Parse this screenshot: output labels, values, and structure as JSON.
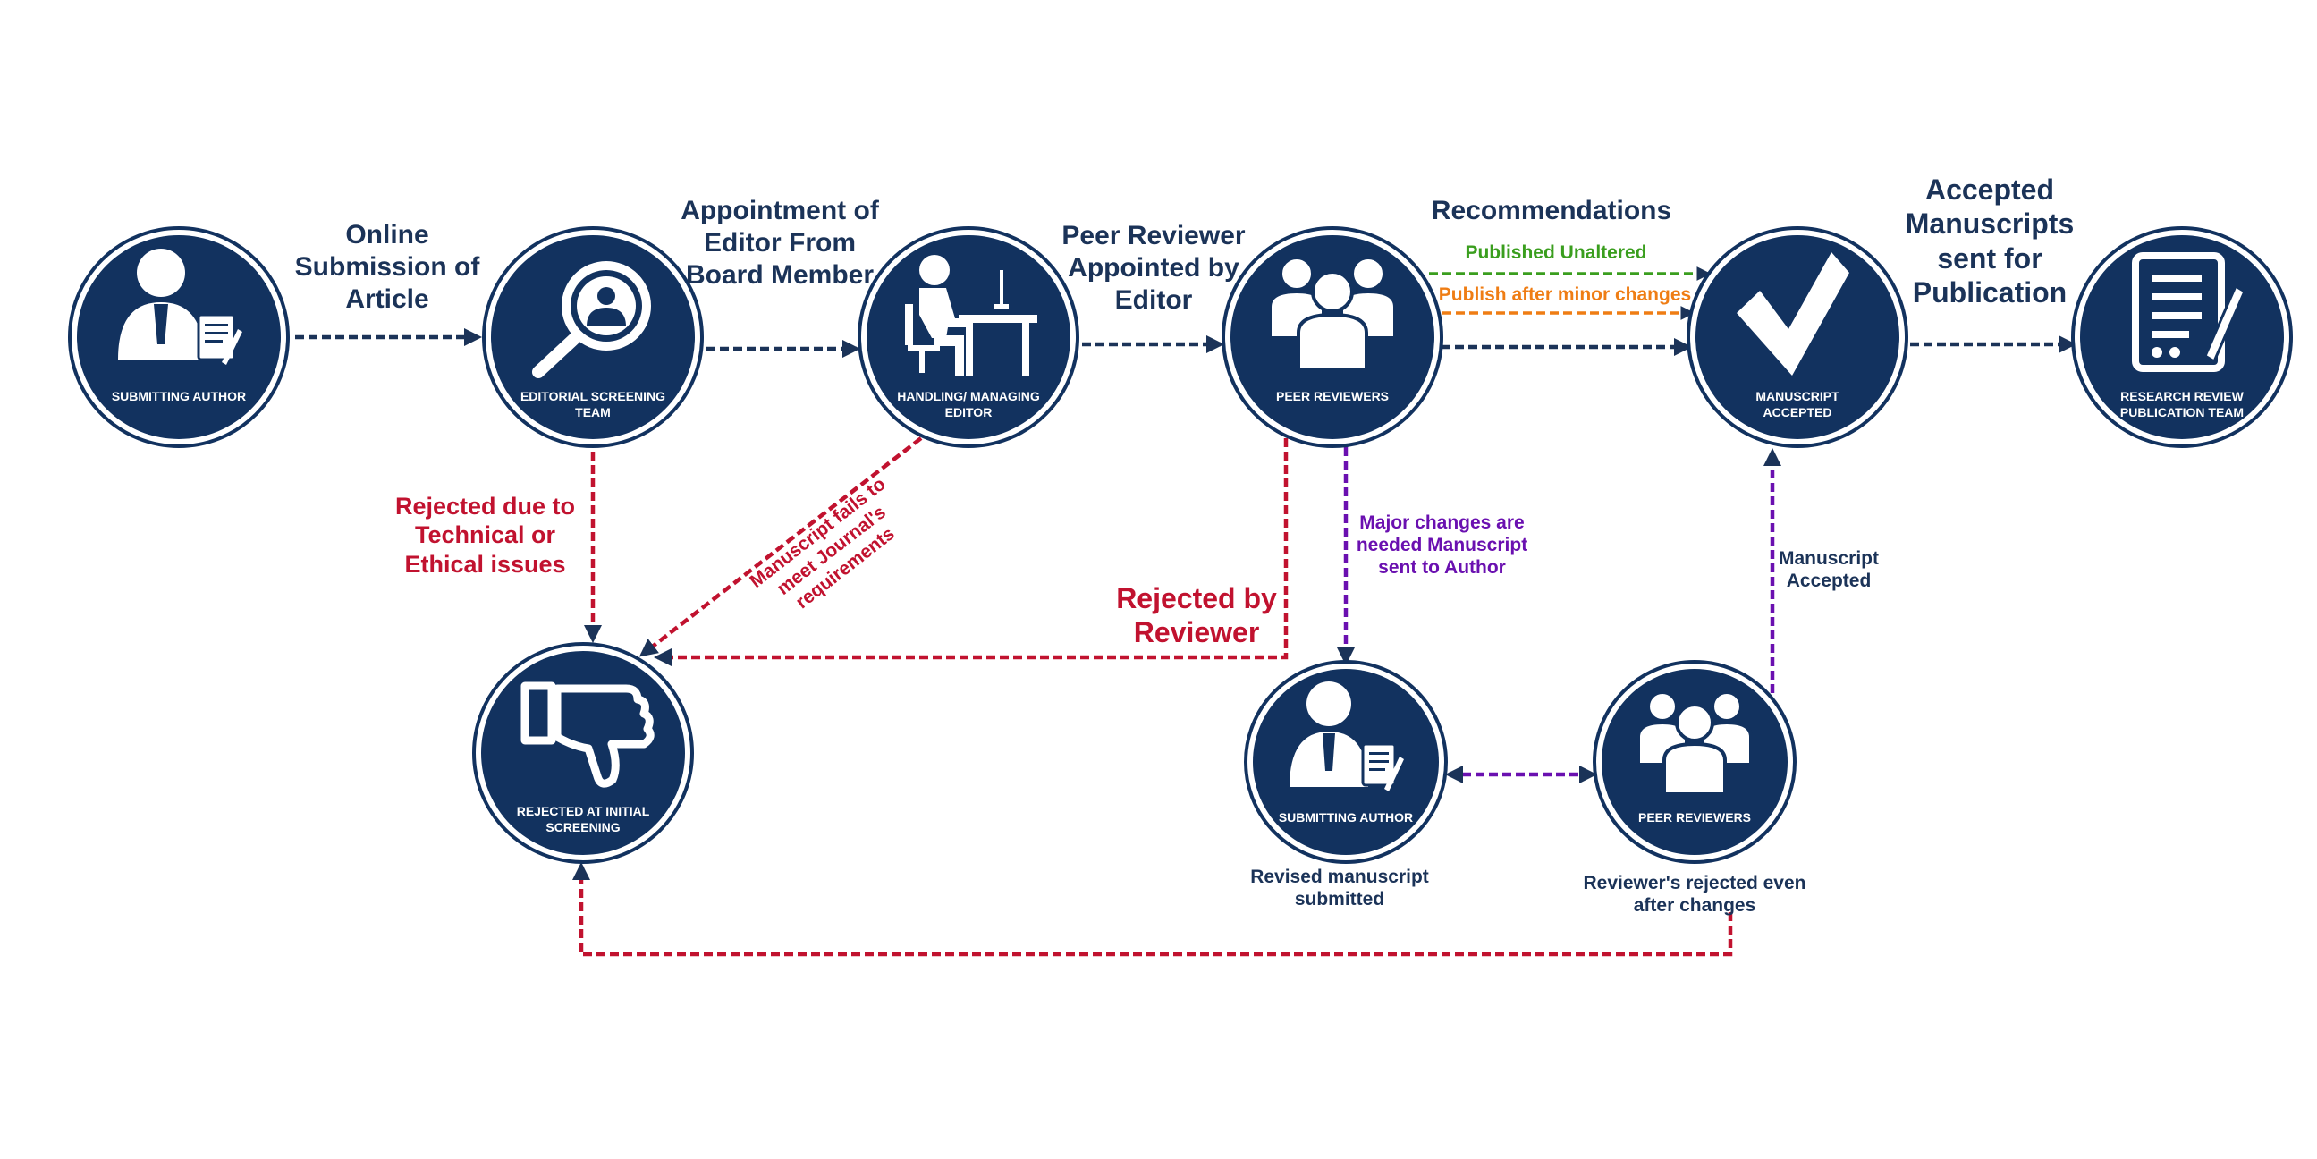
{
  "nodes": {
    "submitting_author": "SUBMITTING AUTHOR",
    "editorial_screening": "EDITORIAL SCREENING TEAM",
    "handling_editor": "HANDLING/ MANAGING EDITOR",
    "peer_reviewers": "PEER REVIEWERS",
    "manuscript_accepted": "MANUSCRIPT ACCEPTED",
    "publication_team": "RESEARCH REVIEW PUBLICATION TEAM",
    "rejected_initial": "REJECTED AT INITIAL SCREENING",
    "submitting_author_2": "SUBMITTING AUTHOR",
    "peer_reviewers_2": "PEER REVIEWERS"
  },
  "labels": {
    "online_submission": "Online Submission of Article",
    "appointment_editor": "Appointment of Editor From Board Member",
    "peer_reviewer_appointed": "Peer Reviewer Appointed by Editor",
    "recommendations": "Recommendations",
    "published_unaltered": "Published Unaltered",
    "publish_minor": "Publish after minor changes",
    "accepted_for_publication": "Accepted Manuscripts sent for Publication",
    "rejected_technical": "Rejected due to Technical or Ethical issues",
    "fails_requirements": "Manuscript fails to meet Journal's requirements",
    "rejected_by_reviewer": "Rejected by Reviewer",
    "major_changes": "Major changes are needed Manuscript sent to Author",
    "manuscript_accepted_edge": "Manuscript Accepted",
    "revised_submitted": "Revised manuscript submitted",
    "rejected_after_changes": "Reviewer's rejected even after changes"
  },
  "colors": {
    "node_fill": "#12325f",
    "navy": "#1b3358",
    "red": "#c1122f",
    "purple": "#6a10b0",
    "green": "#3a9e1e",
    "orange": "#ef7d14"
  },
  "icons": {
    "submitting_author": "author-signing-icon",
    "editorial_screening": "magnifier-person-icon",
    "handling_editor": "desk-worker-icon",
    "peer_reviewers": "group-icon",
    "manuscript_accepted": "checkmark-icon",
    "publication_team": "document-pen-icon",
    "rejected_initial": "thumbs-down-icon"
  }
}
